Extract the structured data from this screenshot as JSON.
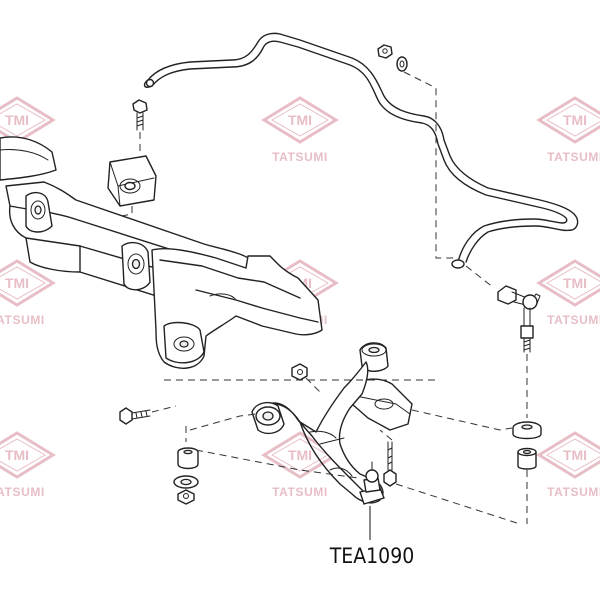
{
  "watermark": {
    "logo_text": "TMI",
    "brand_text": "TATSUMI",
    "color": "#e5b7bf"
  },
  "callout": {
    "part_number": "TEA1090"
  },
  "colors": {
    "line": "#222222",
    "background": "#ffffff"
  }
}
